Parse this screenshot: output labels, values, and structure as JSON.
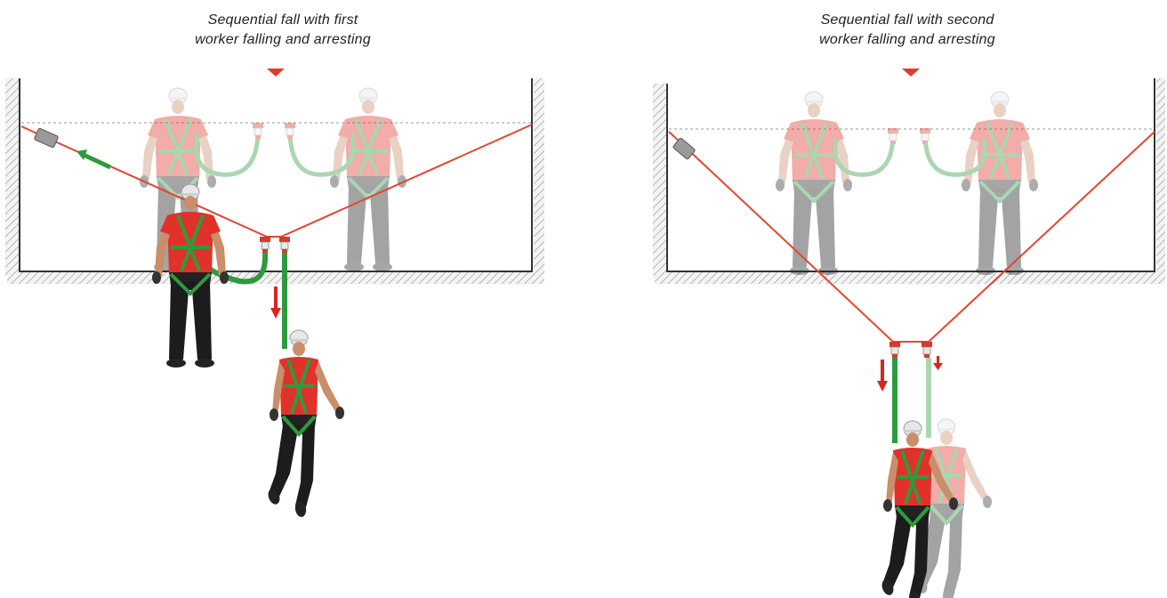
{
  "panels": [
    {
      "caption_line1": "Sequential fall with first",
      "caption_line2": "worker falling and arresting"
    },
    {
      "caption_line1": "Sequential fall with second",
      "caption_line2": "worker falling and arresting"
    }
  ],
  "colors": {
    "lifeline": "#e8442e",
    "lanyard": "#2e9a3e",
    "motion_arrow": "#d9261c",
    "shirt": "#e0322a",
    "pants": "#1c1c1c",
    "structure": "#333333",
    "hatch": "#aaaaaa"
  },
  "icons": [
    "fall-point-marker-icon",
    "tensioner-icon",
    "worker-figure",
    "shock-absorber-icon",
    "fall-direction-arrow-icon"
  ]
}
